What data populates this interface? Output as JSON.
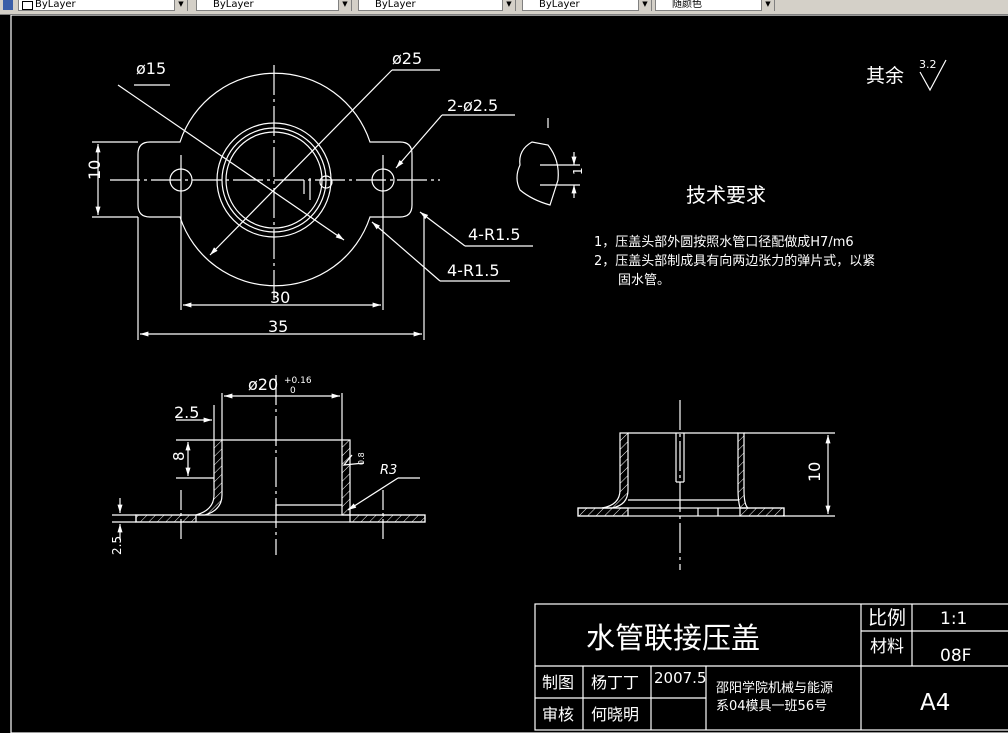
{
  "toolbar": {
    "combo1": "ByLayer",
    "combo2": "ByLayer",
    "combo3": "ByLayer",
    "combo4": "随颜色"
  },
  "drawing": {
    "top_view": {
      "dim_d15": "ø15",
      "dim_d25": "ø25",
      "dim_holes": "2-ø2.5",
      "dim_r15_a": "4-R1.5",
      "dim_r15_b": "4-R1.5",
      "dim_10": "10",
      "dim_30": "30",
      "dim_35": "35"
    },
    "section_view": {
      "dim_d20": "ø20",
      "dim_d20_tol_upper": "+0.16",
      "dim_d20_tol_lower": "0",
      "dim_25": "2.5",
      "dim_8": "8",
      "dim_r3": "R3",
      "roughness": "0.8",
      "dim_25_bottom": "2.5"
    },
    "side_view": {
      "dim_10": "10"
    },
    "detail_view": {
      "dim_1": "1",
      "label": "I"
    },
    "surface_note": {
      "label": "其余",
      "value": "3.2"
    },
    "requirements": {
      "title": "技术要求",
      "items": [
        "1，压盖头部外圆按照水管口径配做成H7/m6",
        "2，压盖头部制成具有向两边张力的弹片式，以紧",
        "固水管。"
      ]
    },
    "title_block": {
      "part_name": "水管联接压盖",
      "scale_label": "比例",
      "scale_value": "1:1",
      "material_label": "材料",
      "material_value": "08F",
      "drawn_label": "制图",
      "drawn_by": "杨丁丁",
      "date": "2007.5",
      "checked_label": "审核",
      "checked_by": "何晓明",
      "school_line1": "邵阳学院机械与能源",
      "school_line2": "系04模具一班56号",
      "sheet_size": "A4"
    }
  }
}
